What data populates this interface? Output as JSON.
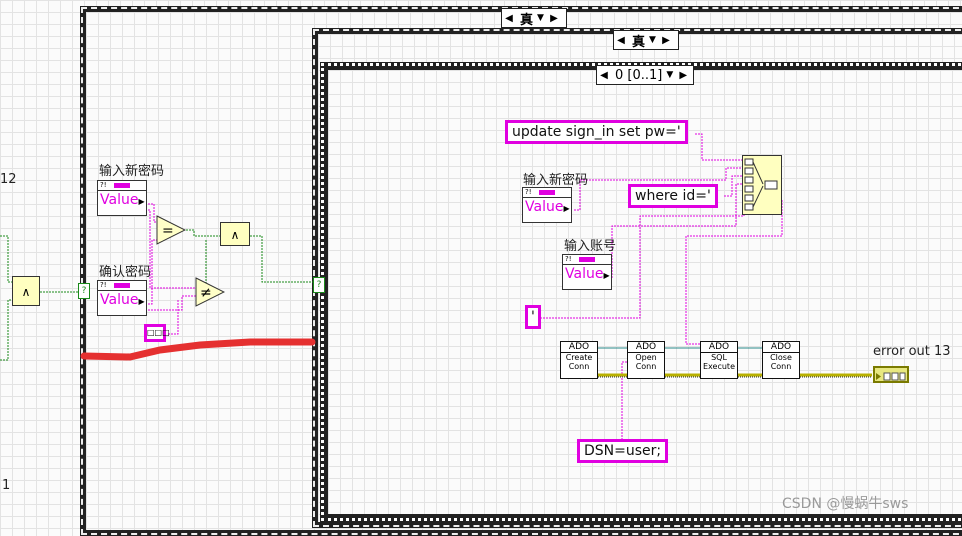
{
  "case_outer": {
    "selector_label": "真"
  },
  "case_inner": {
    "selector_label": "真"
  },
  "sequence": {
    "selector_label": "0 [0..1]"
  },
  "left_edge": {
    "number_top": "12",
    "number_bottom": "1"
  },
  "left_panel": {
    "new_pw_label": "输入新密码",
    "confirm_pw_label": "确认密码",
    "value_text": "Value",
    "equal_symbol": "=",
    "not_equal_symbol": "≠"
  },
  "main": {
    "update_const": "update sign_in set pw='",
    "where_const": "where id='",
    "quote_const": "'",
    "dsn_const": "DSN=user;",
    "new_pw_label": "输入新密码",
    "account_label": "输入账号",
    "value_text": "Value",
    "error_out_label": "error out 13"
  },
  "ado_nodes": [
    {
      "top": "ADO",
      "line1": "Create",
      "line2": "Conn"
    },
    {
      "top": "ADO",
      "line1": "Open",
      "line2": "Conn"
    },
    {
      "top": "ADO",
      "line1": "SQL",
      "line2": "Execute"
    },
    {
      "top": "ADO",
      "line1": "Close",
      "line2": "Conn"
    }
  ],
  "watermark": "CSDN @慢蜗牛sws",
  "colors": {
    "string_wire": "#e000e0",
    "bool_wire": "#1a8a1a",
    "error_wire": "#b8b000",
    "annotation": "#e53030"
  }
}
